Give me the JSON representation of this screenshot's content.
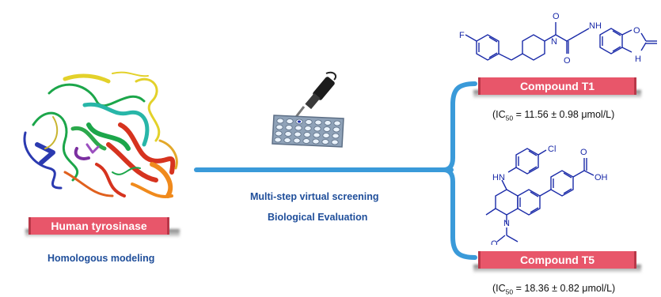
{
  "target": {
    "label": "Human tyrosinase",
    "method": "Homologous modeling"
  },
  "workflow": {
    "step1": "Multi-step virtual screening",
    "step2": "Biological Evaluation"
  },
  "compounds": [
    {
      "label": "Compound T1",
      "ic50_prefix": "(IC",
      "ic50_sub": "50",
      "ic50_value": " = 11.56 ± 0.98 μmol/L)",
      "atoms": {
        "F": "F",
        "N": "N",
        "O1": "O",
        "O2": "O",
        "NH": "N",
        "H": "H",
        "O3": "O",
        "NH2": "H"
      }
    },
    {
      "label": "Compound T5",
      "ic50_prefix": "(IC",
      "ic50_sub": "50",
      "ic50_value": " = 18.36 ± 0.82 μmol/L)",
      "atoms": {
        "HN": "HN",
        "Cl": "Cl",
        "OH": "OH",
        "O": "O",
        "N": "N",
        "Oacetyl": "O"
      }
    }
  ],
  "colors": {
    "banner": "#e8566a",
    "connector": "#3a9ad9",
    "caption": "#1f4e9a",
    "structure": "#1a2aa8"
  },
  "icons": [
    "protein-structure-icon",
    "pipette-icon",
    "microplate-icon"
  ]
}
